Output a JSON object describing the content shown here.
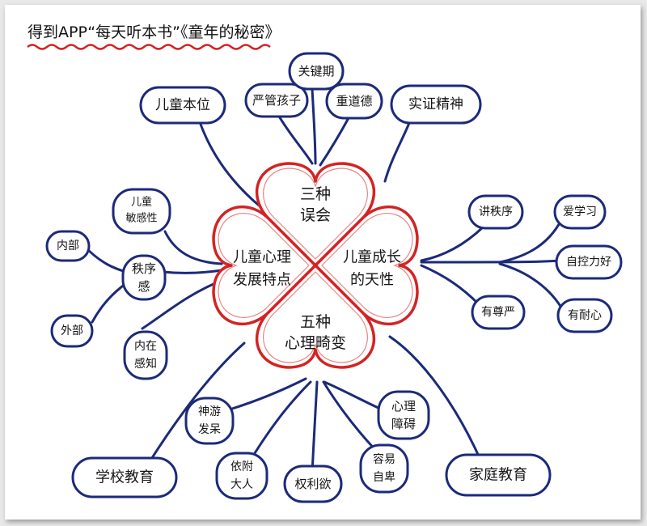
{
  "title": "得到APP“每天听本书”《童年的秘密》",
  "colors": {
    "accent": "#d42323",
    "node_border": "#1c2a7a",
    "text": "#161616",
    "background": "#ffffff"
  },
  "center": {
    "top": [
      "三种",
      "误会"
    ],
    "left": [
      "儿童心理",
      "发展特点"
    ],
    "right": [
      "儿童成长",
      "的天性"
    ],
    "bottom": [
      "五种",
      "心理畸变"
    ]
  },
  "misconceptions": {
    "child_centered": "儿童本位",
    "strict_parenting": "严管孩子",
    "critical_period": "关键期",
    "teach_morals": "重道德",
    "empirical_spirit": "实证精神"
  },
  "development": {
    "sensitivity": [
      "儿童",
      "敏感性"
    ],
    "order_sense": [
      "秩序",
      "感"
    ],
    "internal": "内部",
    "external": "外部",
    "inner_perception": [
      "内在",
      "感知"
    ]
  },
  "nature": {
    "likes_order": "讲秩序",
    "love_learning": "爱学习",
    "self_control": "自控力好",
    "patience": "有耐心",
    "dignity": "有尊严"
  },
  "distortions": {
    "anxiety": [
      "神游",
      "发呆"
    ],
    "psych_barrier": [
      "心理",
      "障碍"
    ],
    "dependence": [
      "依附",
      "大人"
    ],
    "possessiveness": "权利欲",
    "inferiority": [
      "容易",
      "自卑"
    ]
  },
  "education": {
    "school": "学校教育",
    "family": "家庭教育"
  }
}
